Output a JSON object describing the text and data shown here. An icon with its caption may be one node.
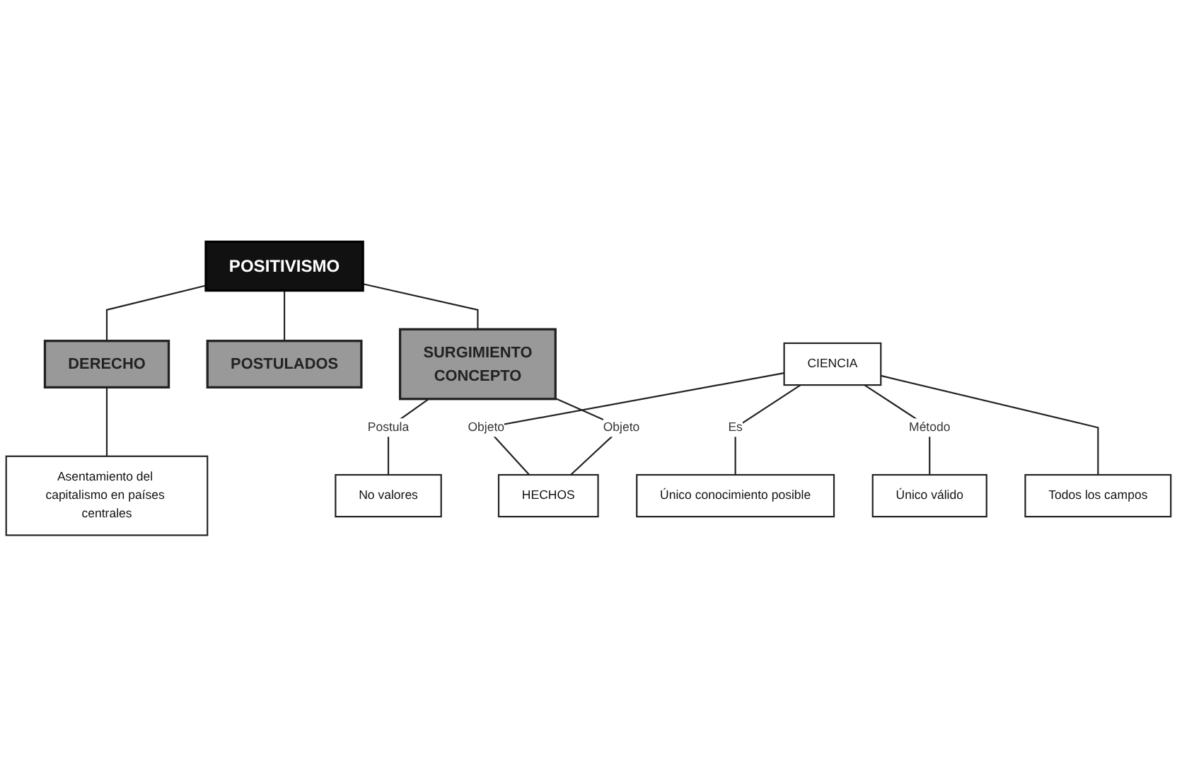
{
  "diagram": {
    "nodes": [
      {
        "text": [
          "POSITIVISMO"
        ]
      },
      {
        "text": [
          "DERECHO"
        ]
      },
      {
        "text": [
          "POSTULADOS"
        ]
      },
      {
        "text": [
          "SURGIMIENTO",
          "CONCEPTO"
        ]
      },
      {
        "text": [
          "CIENCIA"
        ]
      },
      {
        "text": [
          "Asentamiento del capitalismo en países centrales"
        ]
      },
      {
        "text": [
          "Único conocimiento posible"
        ]
      },
      {
        "text": [
          "HECHOS"
        ]
      },
      {
        "text": [
          "Único válido"
        ]
      },
      {
        "text": [
          "Todos los campos"
        ]
      },
      {
        "text": [
          "No valores"
        ]
      }
    ],
    "edges": [
      {
        "from": 0,
        "to": 1,
        "arrow": "none"
      },
      {
        "from": 0,
        "to": 2,
        "arrow": "none"
      },
      {
        "from": 0,
        "to": 3,
        "arrow": "none"
      },
      {
        "from": 1,
        "to": 5,
        "arrow": "none"
      },
      {
        "from": 4,
        "to": 6,
        "label": "Es",
        "arrow": "none"
      },
      {
        "from": 4,
        "to": 7,
        "label": "Objeto",
        "arrow": "none"
      },
      {
        "from": 4,
        "to": 8,
        "label": "Método",
        "arrow": "none"
      },
      {
        "from": 4,
        "to": 9,
        "arrow": "none"
      },
      {
        "from": 3,
        "to": 10,
        "label": "Postula",
        "arrow": "none"
      },
      {
        "from": 3,
        "to": 7,
        "label": "Objeto",
        "arrow": "none"
      }
    ]
  }
}
